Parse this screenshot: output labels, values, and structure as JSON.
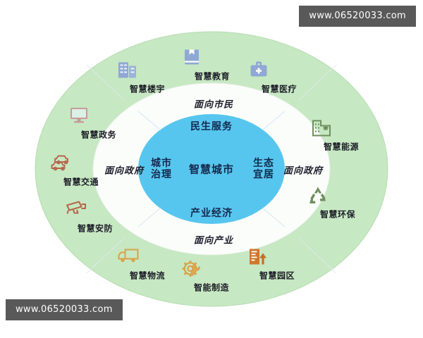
{
  "watermarks": [
    {
      "id": "top-right",
      "text": "www.06520033.com"
    },
    {
      "id": "bottom-left",
      "text": "www.06520033.com"
    }
  ],
  "diagram": {
    "type": "concentric-ring",
    "core": {
      "center_label": "智慧城市",
      "quadrants": [
        {
          "position": "top",
          "label": "民生服务"
        },
        {
          "position": "left",
          "label": "城市\n治理",
          "line1": "城市",
          "line2": "治理"
        },
        {
          "position": "right",
          "label": "生态\n宜居",
          "line1": "生态",
          "line2": "宜居"
        },
        {
          "position": "bottom",
          "label": "产业经济"
        }
      ],
      "color": "#57c6ef"
    },
    "middle_ring": {
      "color": "#ffffff",
      "labels": [
        {
          "position": "top",
          "label": "面向市民"
        },
        {
          "position": "left",
          "label": "面向政府"
        },
        {
          "position": "right",
          "label": "面向政府"
        },
        {
          "position": "bottom",
          "label": "面向产业"
        }
      ]
    },
    "outer_ring": {
      "color": "#c6e8c2",
      "nodes": [
        {
          "label": "智慧楼宇",
          "icon": "building-icon",
          "icon_color": "#8fa8d4"
        },
        {
          "label": "智慧教育",
          "icon": "book-icon",
          "icon_color": "#8fa8d4"
        },
        {
          "label": "智慧医疗",
          "icon": "medical-kit-icon",
          "icon_color": "#8fa8d4"
        },
        {
          "label": "智慧能源",
          "icon": "energy-plant-icon",
          "icon_color": "#6f8f5e"
        },
        {
          "label": "智慧环保",
          "icon": "recycle-icon",
          "icon_color": "#6f8f5e"
        },
        {
          "label": "智慧园区",
          "icon": "park-building-icon",
          "icon_color": "#d2762c"
        },
        {
          "label": "智能制造",
          "icon": "gear-wrench-icon",
          "icon_color": "#d9a24a"
        },
        {
          "label": "智慧物流",
          "icon": "truck-icon",
          "icon_color": "#d9a24a"
        },
        {
          "label": "智慧安防",
          "icon": "cctv-camera-icon",
          "icon_color": "#b5674d"
        },
        {
          "label": "智慧交通",
          "icon": "cars-icon",
          "icon_color": "#b5674d"
        },
        {
          "label": "智慧政务",
          "icon": "monitor-icon",
          "icon_color": "#c79b9b"
        }
      ]
    }
  }
}
